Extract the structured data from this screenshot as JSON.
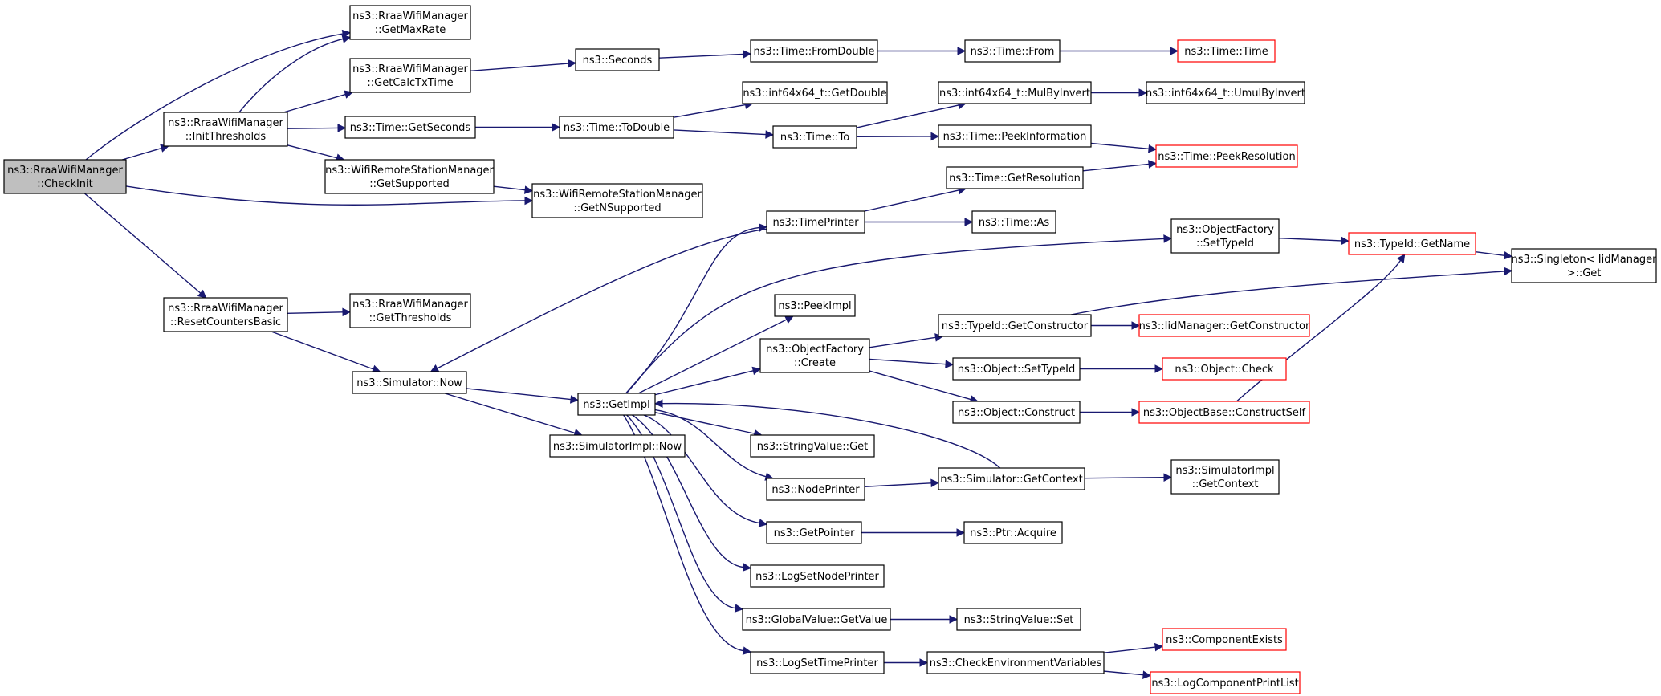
{
  "colors": {
    "edge": "#191970",
    "root_fill": "#bfbfbf",
    "box_border": "#000000",
    "truncated_border": "#ff0000",
    "text": "#000000"
  },
  "nodes": {
    "checkinit": {
      "lines": [
        "ns3::RraaWifiManager",
        "::CheckInit"
      ],
      "style": "root"
    },
    "getmaxrate": {
      "lines": [
        "ns3::RraaWifiManager",
        "::GetMaxRate"
      ],
      "style": "normal"
    },
    "getcalctxtime": {
      "lines": [
        "ns3::RraaWifiManager",
        "::GetCalcTxTime"
      ],
      "style": "normal"
    },
    "initthresholds": {
      "lines": [
        "ns3::RraaWifiManager",
        "::InitThresholds"
      ],
      "style": "normal"
    },
    "seconds": {
      "lines": [
        "ns3::Seconds"
      ],
      "style": "normal"
    },
    "fromdouble": {
      "lines": [
        "ns3::Time::FromDouble"
      ],
      "style": "normal"
    },
    "timefrom": {
      "lines": [
        "ns3::Time::From"
      ],
      "style": "normal"
    },
    "timetime": {
      "lines": [
        "ns3::Time::Time"
      ],
      "style": "truncated"
    },
    "getdouble": {
      "lines": [
        "ns3::int64x64_t::GetDouble"
      ],
      "style": "normal"
    },
    "mulbyinvert": {
      "lines": [
        "ns3::int64x64_t::MulByInvert"
      ],
      "style": "normal"
    },
    "umulbyinvert": {
      "lines": [
        "ns3::int64x64_t::UmulByInvert"
      ],
      "style": "normal"
    },
    "getseconds": {
      "lines": [
        "ns3::Time::GetSeconds"
      ],
      "style": "normal"
    },
    "todouble": {
      "lines": [
        "ns3::Time::ToDouble"
      ],
      "style": "normal"
    },
    "timeto": {
      "lines": [
        "ns3::Time::To"
      ],
      "style": "normal"
    },
    "peekinformation": {
      "lines": [
        "ns3::Time::PeekInformation"
      ],
      "style": "normal"
    },
    "peekresolution": {
      "lines": [
        "ns3::Time::PeekResolution"
      ],
      "style": "truncated"
    },
    "getsupported": {
      "lines": [
        "ns3::WifiRemoteStationManager",
        "::GetSupported"
      ],
      "style": "normal"
    },
    "getnsupported": {
      "lines": [
        "ns3::WifiRemoteStationManager",
        "::GetNSupported"
      ],
      "style": "normal"
    },
    "getresolution": {
      "lines": [
        "ns3::Time::GetResolution"
      ],
      "style": "normal"
    },
    "timeprinter": {
      "lines": [
        "ns3::TimePrinter"
      ],
      "style": "normal"
    },
    "timeas": {
      "lines": [
        "ns3::Time::As"
      ],
      "style": "normal"
    },
    "settypeid": {
      "lines": [
        "ns3::ObjectFactory",
        "::SetTypeId"
      ],
      "style": "normal"
    },
    "typeidgetname": {
      "lines": [
        "ns3::TypeId::GetName"
      ],
      "style": "truncated"
    },
    "singletonget": {
      "lines": [
        "ns3::Singleton< IidManager",
        ">::Get"
      ],
      "style": "normal"
    },
    "resetcounters": {
      "lines": [
        "ns3::RraaWifiManager",
        "::ResetCountersBasic"
      ],
      "style": "normal"
    },
    "getthresholds": {
      "lines": [
        "ns3::RraaWifiManager",
        "::GetThresholds"
      ],
      "style": "normal"
    },
    "peekimpl": {
      "lines": [
        "ns3::PeekImpl"
      ],
      "style": "normal"
    },
    "typeidgetconstructor": {
      "lines": [
        "ns3::TypeId::GetConstructor"
      ],
      "style": "normal"
    },
    "iidgetconstructor": {
      "lines": [
        "ns3::IidManager::GetConstructor"
      ],
      "style": "truncated"
    },
    "factorycreate": {
      "lines": [
        "ns3::ObjectFactory",
        "::Create"
      ],
      "style": "normal"
    },
    "objsettypeid": {
      "lines": [
        "ns3::Object::SetTypeId"
      ],
      "style": "normal"
    },
    "objectcheck": {
      "lines": [
        "ns3::Object::Check"
      ],
      "style": "truncated"
    },
    "simnow": {
      "lines": [
        "ns3::Simulator::Now"
      ],
      "style": "normal"
    },
    "getimpl": {
      "lines": [
        "ns3::GetImpl"
      ],
      "style": "normal"
    },
    "objconstruct": {
      "lines": [
        "ns3::Object::Construct"
      ],
      "style": "normal"
    },
    "constructself": {
      "lines": [
        "ns3::ObjectBase::ConstructSelf"
      ],
      "style": "truncated"
    },
    "simimplnow": {
      "lines": [
        "ns3::SimulatorImpl::Now"
      ],
      "style": "normal"
    },
    "stringvalueget": {
      "lines": [
        "ns3::StringValue::Get"
      ],
      "style": "normal"
    },
    "nodeprinter": {
      "lines": [
        "ns3::NodePrinter"
      ],
      "style": "normal"
    },
    "simgetcontext": {
      "lines": [
        "ns3::Simulator::GetContext"
      ],
      "style": "normal"
    },
    "simimplgetcontext": {
      "lines": [
        "ns3::SimulatorImpl",
        "::GetContext"
      ],
      "style": "normal"
    },
    "getpointer": {
      "lines": [
        "ns3::GetPointer"
      ],
      "style": "normal"
    },
    "ptracquire": {
      "lines": [
        "ns3::Ptr::Acquire"
      ],
      "style": "normal"
    },
    "logsetnodeprinter": {
      "lines": [
        "ns3::LogSetNodePrinter"
      ],
      "style": "normal"
    },
    "globalgetvalue": {
      "lines": [
        "ns3::GlobalValue::GetValue"
      ],
      "style": "normal"
    },
    "stringvalueset": {
      "lines": [
        "ns3::StringValue::Set"
      ],
      "style": "normal"
    },
    "componentexists": {
      "lines": [
        "ns3::ComponentExists"
      ],
      "style": "truncated"
    },
    "logsettimeprinter": {
      "lines": [
        "ns3::LogSetTimePrinter"
      ],
      "style": "normal"
    },
    "checkenv": {
      "lines": [
        "ns3::CheckEnvironmentVariables"
      ],
      "style": "normal"
    },
    "logcomponentprintlist": {
      "lines": [
        "ns3::LogComponentPrintList"
      ],
      "style": "truncated"
    }
  }
}
